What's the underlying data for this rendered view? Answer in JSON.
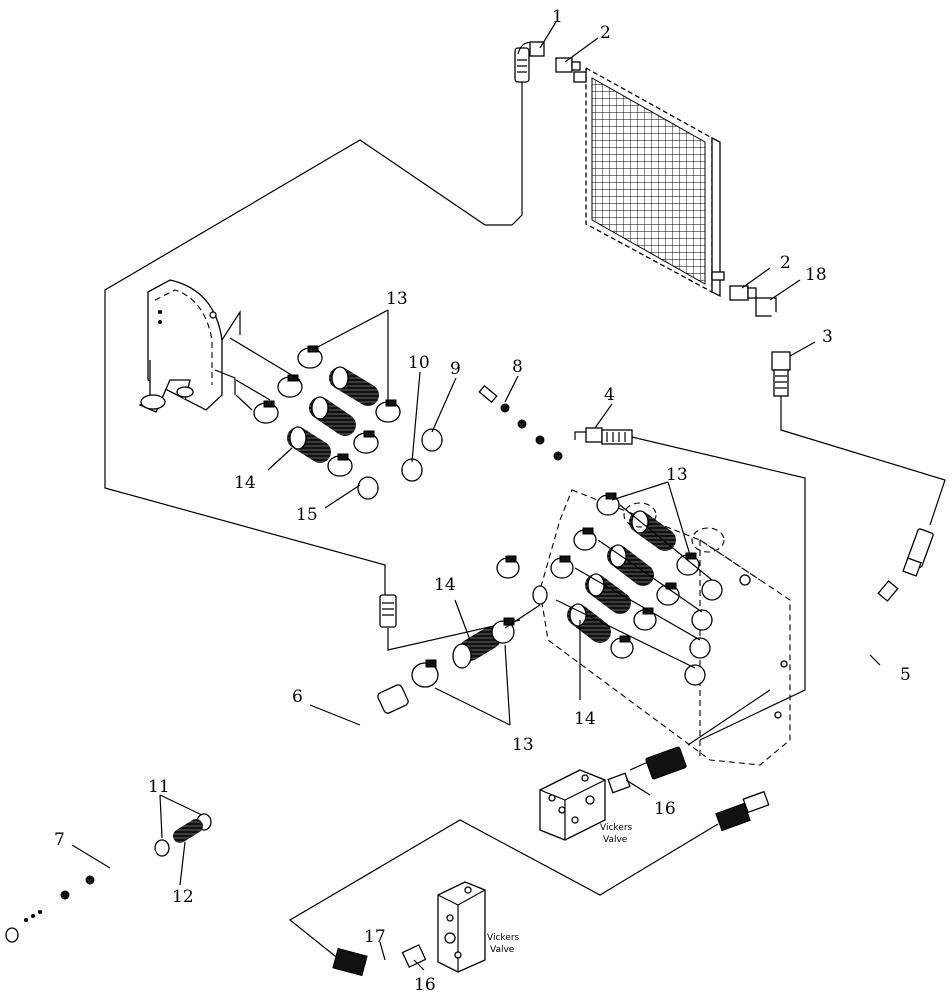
{
  "callouts": [
    {
      "id": "1",
      "text": "1"
    },
    {
      "id": "2a",
      "text": "2"
    },
    {
      "id": "2b",
      "text": "2"
    },
    {
      "id": "18",
      "text": "18"
    },
    {
      "id": "3",
      "text": "3"
    },
    {
      "id": "13a",
      "text": "13"
    },
    {
      "id": "10",
      "text": "10"
    },
    {
      "id": "9",
      "text": "9"
    },
    {
      "id": "8",
      "text": "8"
    },
    {
      "id": "4",
      "text": "4"
    },
    {
      "id": "14a",
      "text": "14"
    },
    {
      "id": "15",
      "text": "15"
    },
    {
      "id": "13b",
      "text": "13"
    },
    {
      "id": "14b",
      "text": "14"
    },
    {
      "id": "14c",
      "text": "14"
    },
    {
      "id": "13c",
      "text": "13"
    },
    {
      "id": "5",
      "text": "5"
    },
    {
      "id": "6",
      "text": "6"
    },
    {
      "id": "11",
      "text": "11"
    },
    {
      "id": "12",
      "text": "12"
    },
    {
      "id": "7",
      "text": "7"
    },
    {
      "id": "16a",
      "text": "16"
    },
    {
      "id": "16b",
      "text": "16"
    },
    {
      "id": "17",
      "text": "17"
    }
  ],
  "valve_labels": {
    "valve1_line1": "Vickers",
    "valve1_line2": "Valve",
    "valve2_line1": "Vickers",
    "valve2_line2": "Valve"
  }
}
